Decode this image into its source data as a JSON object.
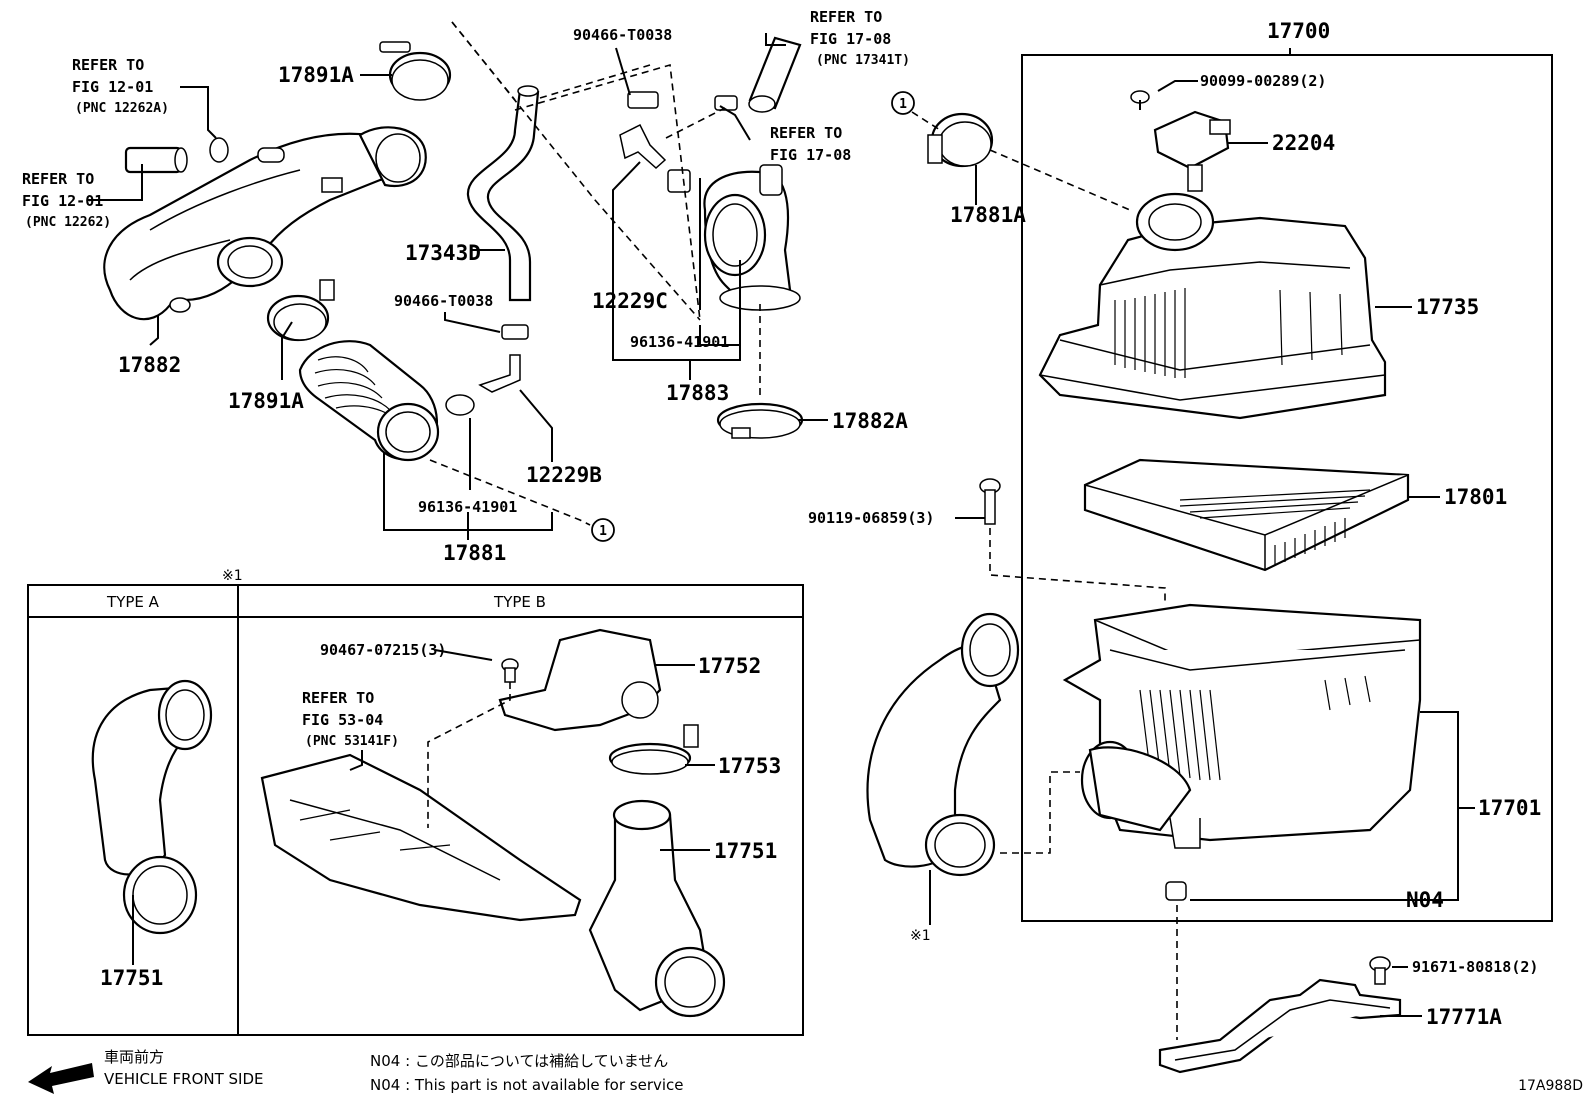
{
  "diagram_id": "17A988D",
  "parts": {
    "p17891A_top": "17891A",
    "p17891A_bot": "17891A",
    "p17882": "17882",
    "p17343D": "17343D",
    "p90466_top": "90466-T0038",
    "p90466_mid": "90466-T0038",
    "p12229C": "12229C",
    "p96136_a": "96136-41901",
    "p96136_b": "96136-41901",
    "p17883": "17883",
    "p17882A": "17882A",
    "p12229B": "12229B",
    "p17881": "17881",
    "p17881A": "17881A",
    "p17700": "17700",
    "p90099": "90099-00289(2)",
    "p22204": "22204",
    "p17735": "17735",
    "p17801": "17801",
    "p90119": "90119-06859(3)",
    "p17701": "17701",
    "pN04": "N04",
    "p91671": "91671-80818(2)",
    "p17771A": "17771A",
    "p90467": "90467-07215(3)",
    "p17752": "17752",
    "p17753": "17753",
    "p17751_b": "17751",
    "p17751_a": "17751"
  },
  "refs": {
    "r1": {
      "line1": "REFER TO",
      "line2": "FIG 12-01",
      "line3": "(PNC 12262A)"
    },
    "r2": {
      "line1": "REFER TO",
      "line2": "FIG 12-01",
      "line3": "(PNC 12262)"
    },
    "r3": {
      "line1": "REFER TO",
      "line2": "FIG 17-08",
      "line3": "(PNC 17341T)"
    },
    "r4": {
      "line1": "REFER TO",
      "line2": "FIG 17-08"
    },
    "r5": {
      "line1": "REFER TO",
      "line2": "FIG 53-04",
      "line3": "(PNC 53141F)"
    }
  },
  "marks": {
    "circle_one": "1",
    "note_mark": "※1"
  },
  "types": {
    "type_a": "TYPE A",
    "type_b": "TYPE B"
  },
  "footer": {
    "direction_jp": "車両前方",
    "direction_en": "VEHICLE FRONT SIDE",
    "n04_jp": "N04 : この部品については補給していません",
    "n04_en": "N04 : This part is not available for service"
  }
}
